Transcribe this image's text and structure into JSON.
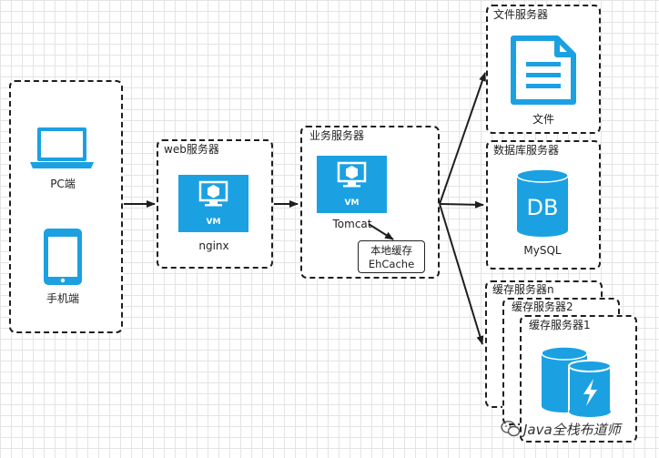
{
  "clients": {
    "pc_label": "PC端",
    "mobile_label": "手机端"
  },
  "web_server": {
    "title": "web服务器",
    "vm_badge": "VM",
    "label": "nginx"
  },
  "app_server": {
    "title": "业务服务器",
    "vm_badge": "VM",
    "label": "Tomcat",
    "cache_line1": "本地缓存",
    "cache_line2": "EhCache"
  },
  "file_server": {
    "title": "文件服务器",
    "label": "文件"
  },
  "db_server": {
    "title": "数据库服务器",
    "db_text": "DB",
    "label": "MySQL"
  },
  "cache_servers": {
    "title_n": "缓存服务器n",
    "title_2": "缓存服务器2",
    "title_1": "缓存服务器1"
  },
  "watermark": "Java全栈布道师",
  "colors": {
    "accent": "#1ba1e2",
    "border": "#1e1e1e",
    "grid": "#e4e4e4"
  }
}
